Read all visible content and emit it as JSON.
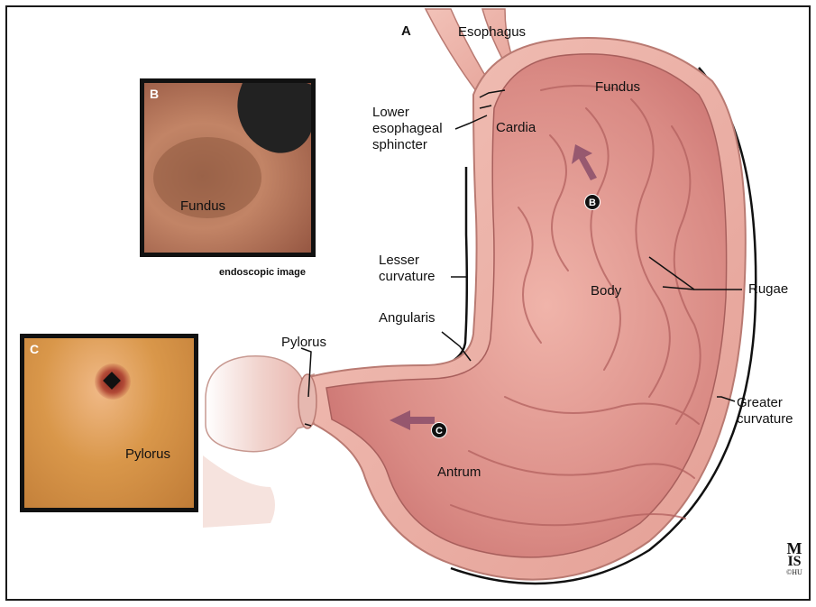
{
  "panels": {
    "main": "A",
    "endoscopic_fundus": "B",
    "endoscopic_pylorus": "C"
  },
  "labels": {
    "esophagus": "Esophagus",
    "fundus": "Fundus",
    "cardia": "Cardia",
    "lower_esophageal_sphincter": "Lower\nesophageal\nsphincter",
    "lesser_curvature": "Lesser\ncurvature",
    "angularis": "Angularis",
    "body": "Body",
    "rugae": "Rugae",
    "pylorus": "Pylorus",
    "antrum": "Antrum",
    "greater_curvature": "Greater\ncurvature"
  },
  "inset_b": {
    "label": "Fundus",
    "caption": "endoscopic image"
  },
  "inset_c": {
    "label": "Pylorus"
  },
  "markers": {
    "b": "B",
    "c": "C"
  },
  "logo": {
    "line1": "M",
    "line2": "IS",
    "line3": "©HU"
  },
  "colors": {
    "stomach_wall": "#e9a9a0",
    "mucosa": "#d77f7c",
    "outline": "#111111",
    "endoscopic_b": "#b87459",
    "endoscopic_c": "#d9974a"
  }
}
